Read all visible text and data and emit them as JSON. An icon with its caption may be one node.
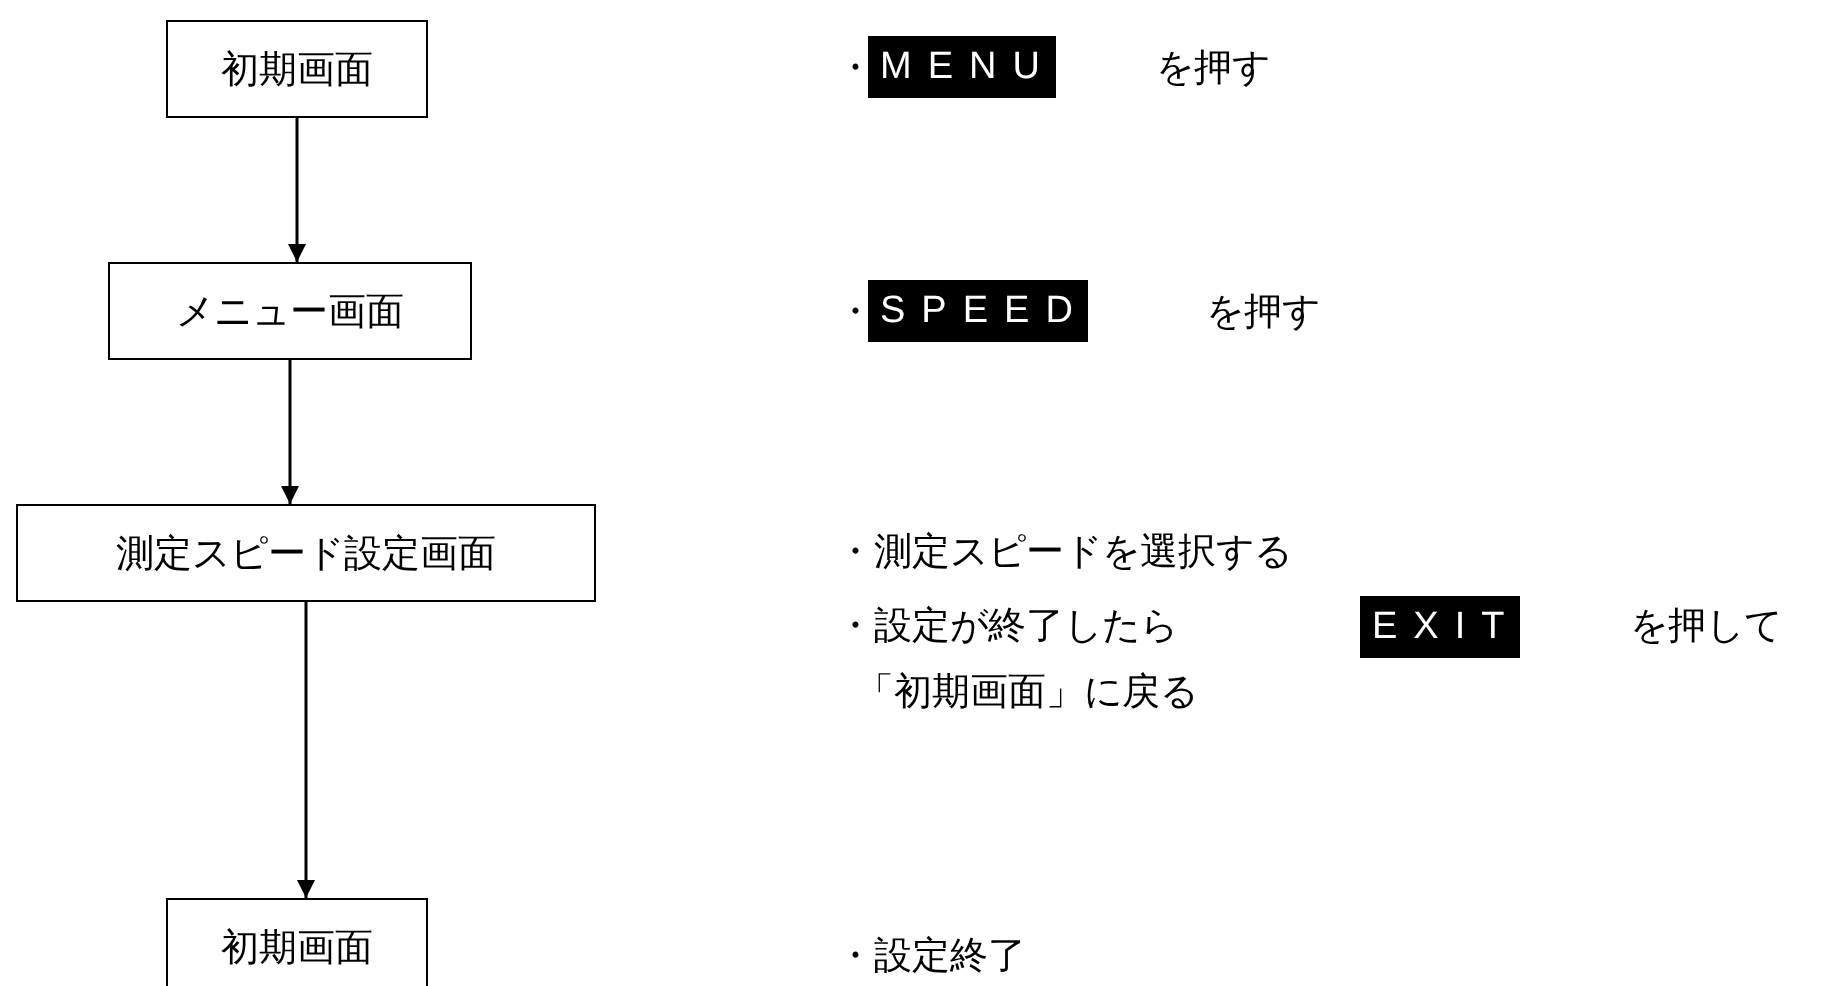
{
  "diagram": {
    "nodes": [
      {
        "text": [
          "初期画面"
        ]
      },
      {
        "text": [
          "メニュー画面"
        ]
      },
      {
        "text": [
          "測定スピード設定画面"
        ]
      },
      {
        "text": [
          "初期画面"
        ]
      }
    ],
    "edges": [
      {
        "from": 0,
        "to": 1,
        "arrow": "to"
      },
      {
        "from": 1,
        "to": 2,
        "arrow": "to"
      },
      {
        "from": 2,
        "to": 3,
        "arrow": "to"
      }
    ],
    "labels": [
      "・",
      "MENU",
      "を押す",
      "・",
      "SPEED",
      "を押す",
      "・測定スピードを選択する",
      "・設定が終了したら",
      "EXIT",
      "を押して",
      "「初期画面」に戻る",
      "・設定終了"
    ]
  }
}
